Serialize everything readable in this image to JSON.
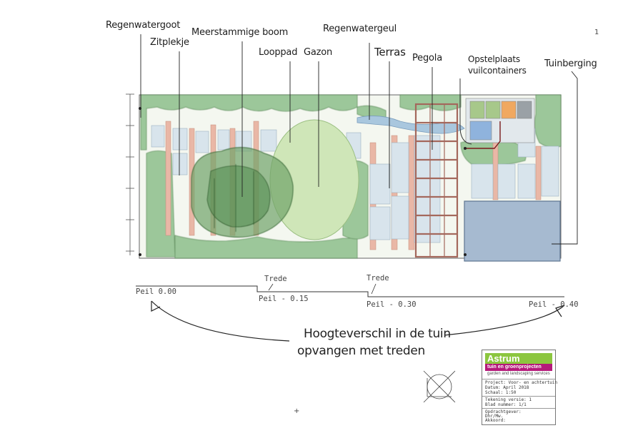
{
  "labels": {
    "regenwatergoot": "Regenwatergoot",
    "zitplekje": "Zitplekje",
    "meerstammige_boom": "Meerstammige boom",
    "looppad": "Looppad",
    "gazon": "Gazon",
    "regenwatergeul": "Regenwatergeul",
    "terras": "Terras",
    "pegola": "Pegola",
    "opstelplaats_line1": "Opstelplaats",
    "opstelplaats_line2": "vuilcontainers",
    "tuinberging": "Tuinberging"
  },
  "section": {
    "trede_1": "Trede",
    "trede_2": "Trede",
    "peil_0": "Peil 0.00",
    "peil_1": "Peil - 0.15",
    "peil_2": "Peil - 0.30",
    "peil_3": "Peil - 0.40"
  },
  "caption": {
    "line1": "Hoogteverschil in de tuin",
    "line2": "opvangen met treden"
  },
  "title_block": {
    "logo_name": "Astrum",
    "logo_sub1": "tuin en groenprojecten",
    "logo_sub2": "garden and landscaping services",
    "rows": [
      "Project: Voor- en achtertuin",
      "Datum: April 2018",
      "Schaal: 1:50",
      "Tekening versie: 1",
      "Blad nummer: 1/1",
      "Opdrachtgever:",
      "Dhr/Mw.",
      "Akkoord:"
    ]
  },
  "colors": {
    "hedge": "#9cc79a",
    "lawn": "#cfe6b8",
    "paving": "#d8e4ec",
    "brick": "#e9b7a6",
    "water": "#a9c7de",
    "shed": "#a6bad0",
    "pergola": "#a4685c",
    "tree": "#6fa26a",
    "container_orange": "#f0a860",
    "container_blue": "#8fb3dd",
    "container_green": "#a7c88a",
    "container_grey": "#9aa1a6"
  },
  "marks": {
    "top_right_tick": "1",
    "bottom_plus": "+"
  }
}
